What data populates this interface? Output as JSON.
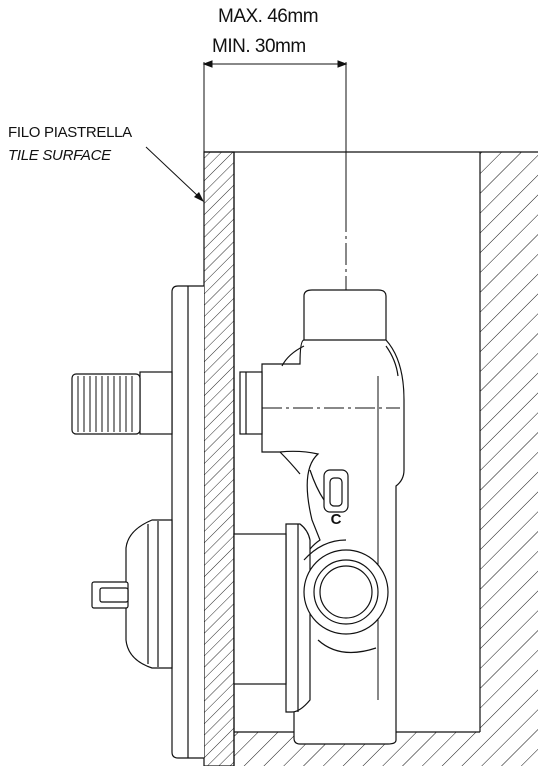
{
  "dimensions": {
    "max_label": "MAX. 46mm",
    "min_label": "MIN. 30mm"
  },
  "tile_surface": {
    "label_it": "FILO PIASTRELLA",
    "label_en": "TILE SURFACE"
  },
  "valve_marking": "C",
  "colors": {
    "line": "#111111",
    "background": "#ffffff"
  }
}
